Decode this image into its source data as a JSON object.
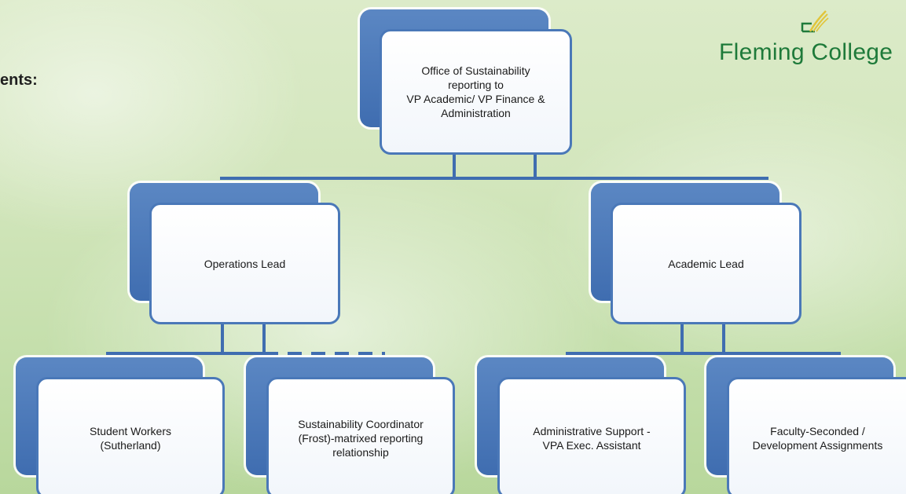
{
  "slide": {
    "title_fragment": "ents:",
    "logo_text": "Fleming College"
  },
  "org_chart": {
    "top": {
      "label": "Office of Sustainability\nreporting to\nVP Academic/ VP Finance &\nAdministration"
    },
    "operations_lead": {
      "label": "Operations Lead"
    },
    "academic_lead": {
      "label": "Academic Lead"
    },
    "student_workers": {
      "label": "Student Workers\n(Sutherland)"
    },
    "sustainability_coordinator": {
      "label": "Sustainability Coordinator\n(Frost)-matrixed reporting\nrelationship"
    },
    "administrative_support": {
      "label": "Administrative Support -\nVPA Exec. Assistant"
    },
    "faculty_seconded": {
      "label": "Faculty-Seconded /\nDevelopment Assignments"
    }
  },
  "colors": {
    "node_blue": "#4a78b8",
    "logo_green": "#1e7a3a",
    "logo_yellow": "#e1c53b"
  }
}
